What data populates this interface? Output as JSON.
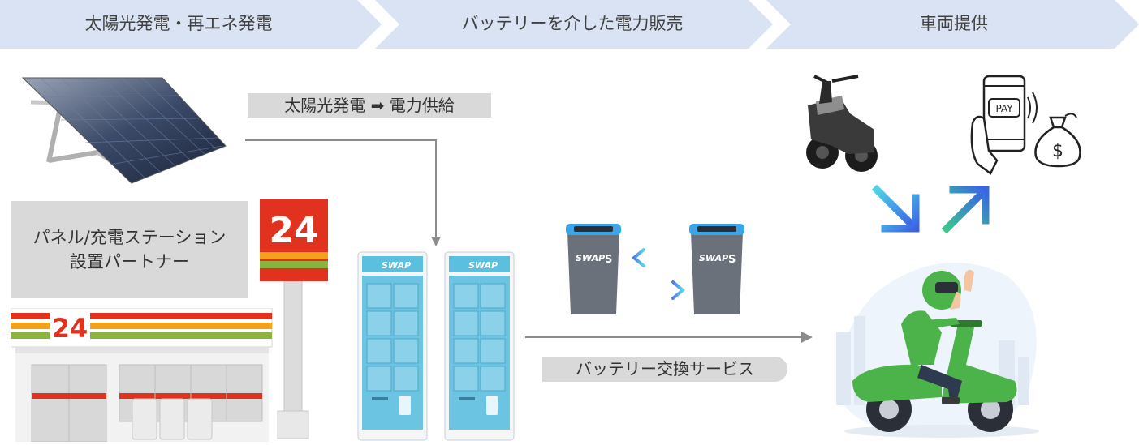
{
  "header": {
    "steps": [
      {
        "label": "太陽光発電・再エネ発電"
      },
      {
        "label": "バッテリーを介した電力販売"
      },
      {
        "label": "車両提供"
      }
    ]
  },
  "labels": {
    "solar_supply": "太陽光発電 ➡ 電力供給",
    "partner": "パネル/充電ステーション\n設置パートナー",
    "battery_service": "バッテリー交換サービス"
  },
  "signs": {
    "store_number": "24",
    "pole_number": "24"
  },
  "devices": {
    "station_brand": "SWAP",
    "battery_brand": "SWAP",
    "pay_text": "PAY",
    "money_symbol": "$"
  },
  "colors": {
    "chevron": "#dae3f3",
    "tag_gray": "#d9d9d9",
    "arrow_gray": "#8c8c8c",
    "station_blue": "#5bbfe0",
    "accent_blue": "#3aa6e8",
    "rider_green": "#4cb34a",
    "store_red": "#e0321f",
    "store_orange": "#f4a21a",
    "store_green": "#8bb33f"
  },
  "icons": [
    "solar-panel-icon",
    "convenience-store-icon",
    "store-sign-icon",
    "charging-station-icon",
    "battery-icon",
    "scooter-icon",
    "phone-pay-icon",
    "money-bag-icon",
    "rider-icon"
  ]
}
